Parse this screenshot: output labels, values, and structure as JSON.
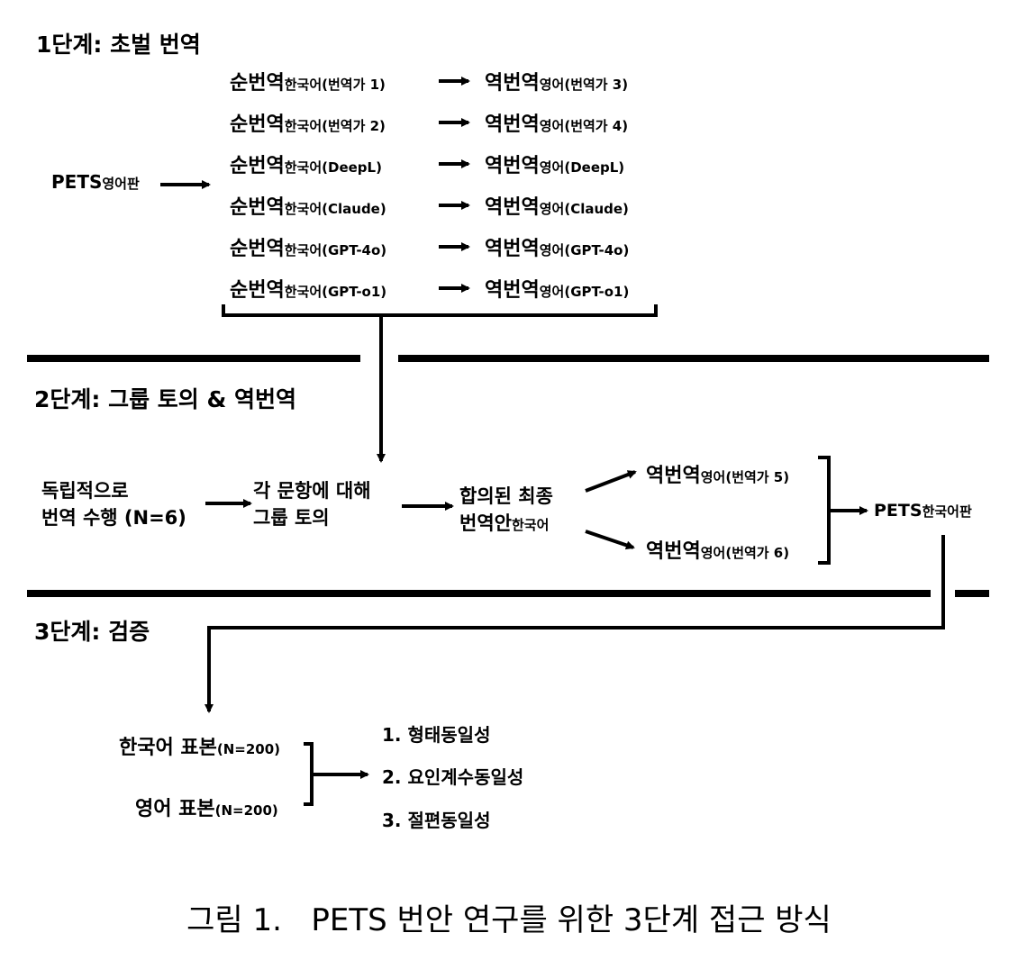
{
  "stage1": {
    "title": "1단계: 초벌 번역",
    "source": {
      "main": "PETS",
      "sub": "영어판"
    },
    "rows": [
      {
        "fwd": "순번역",
        "fwd_sub": "한국어(번역가 1)",
        "back": "역번역",
        "back_sub": "영어(번역가 3)"
      },
      {
        "fwd": "순번역",
        "fwd_sub": "한국어(번역가 2)",
        "back": "역번역",
        "back_sub": "영어(번역가 4)"
      },
      {
        "fwd": "순번역",
        "fwd_sub": "한국어(DeepL)",
        "back": "역번역",
        "back_sub": "영어(DeepL)"
      },
      {
        "fwd": "순번역",
        "fwd_sub": "한국어(Claude)",
        "back": "역번역",
        "back_sub": "영어(Claude)"
      },
      {
        "fwd": "순번역",
        "fwd_sub": "한국어(GPT-4o)",
        "back": "역번역",
        "back_sub": "영어(GPT-4o)"
      },
      {
        "fwd": "순번역",
        "fwd_sub": "한국어(GPT-o1)",
        "back": "역번역",
        "back_sub": "영어(GPT-o1)"
      }
    ]
  },
  "stage2": {
    "title": "2단계: 그룹 토의 & 역번역",
    "step1": [
      "독립적으로",
      "번역 수행 (N=6)"
    ],
    "step2": [
      "각 문항에 대해",
      "그룹 토의"
    ],
    "step3": {
      "line1": "합의된 최종",
      "line2": "번역안",
      "line2_sub": "한국어"
    },
    "back_top": {
      "main": "역번역",
      "sub": "영어(번역가 5)"
    },
    "back_bottom": {
      "main": "역번역",
      "sub": "영어(번역가 6)"
    },
    "result": {
      "main": "PETS",
      "sub": "한국어판"
    }
  },
  "stage3": {
    "title": "3단계: 검증",
    "samples": [
      {
        "main": "한국어 표본",
        "sub": "(N=200)"
      },
      {
        "main": "영어 표본",
        "sub": "(N=200)"
      }
    ],
    "tests": [
      "1. 형태동일성",
      "2. 요인계수동일성",
      "3. 절편동일성"
    ]
  },
  "caption": "그림 1.   PETS 번안 연구를 위한 3단계 접근 방식"
}
